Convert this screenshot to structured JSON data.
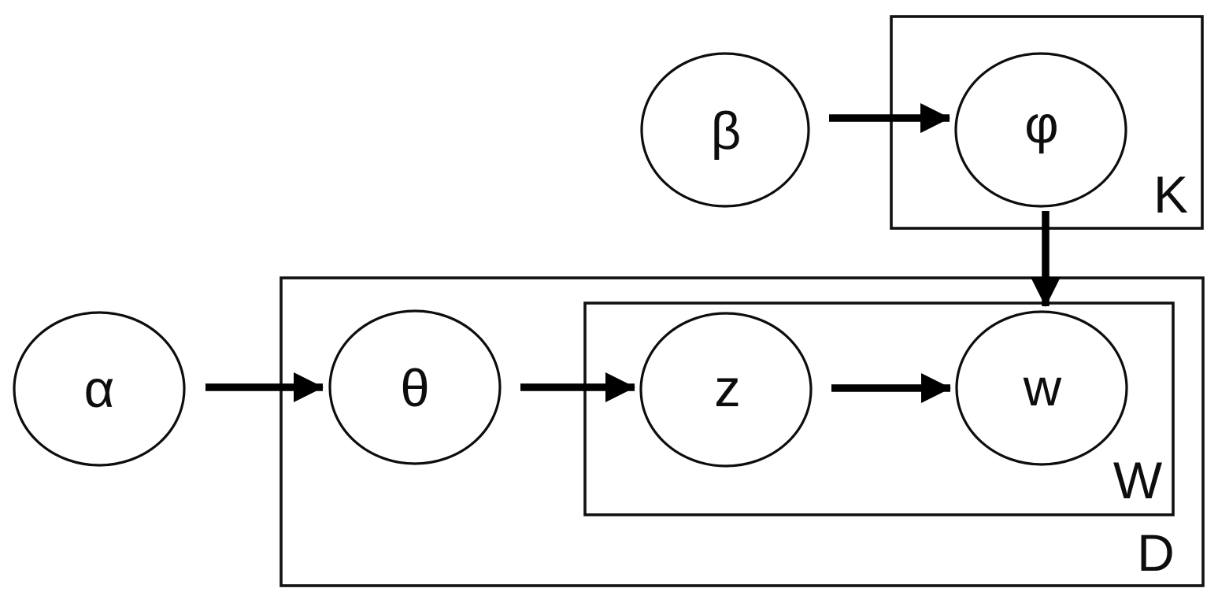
{
  "diagram": {
    "kind": "plate-notation-graphical-model",
    "nodes": {
      "alpha": {
        "label": "α",
        "shaded": false
      },
      "beta": {
        "label": "β",
        "shaded": false
      },
      "theta": {
        "label": "θ",
        "shaded": false
      },
      "phi": {
        "label": "φ",
        "shaded": false
      },
      "z": {
        "label": "z",
        "shaded": false
      },
      "w": {
        "label": "w",
        "shaded": true
      }
    },
    "plates": {
      "k": {
        "label": "K"
      },
      "w": {
        "label": "W"
      },
      "d": {
        "label": "D"
      }
    },
    "edges": [
      {
        "from": "alpha",
        "to": "theta"
      },
      {
        "from": "theta",
        "to": "z"
      },
      {
        "from": "z",
        "to": "w"
      },
      {
        "from": "beta",
        "to": "phi"
      },
      {
        "from": "phi",
        "to": "w"
      }
    ],
    "colors": {
      "stroke": "#0d0d0d",
      "shaded_fill": "#c3c3c3",
      "background": "#ffffff"
    }
  }
}
